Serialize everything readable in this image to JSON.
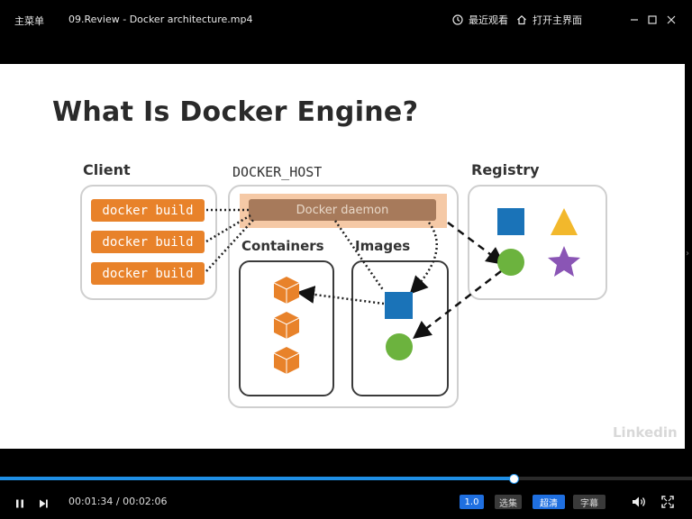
{
  "titlebar": {
    "menu_label": "主菜单",
    "file_title": "09.Review - Docker architecture.mp4",
    "recent_label": "最近观看",
    "open_main_label": "打开主界面"
  },
  "slide": {
    "title": "What Is Docker Engine?",
    "client_label": "Client",
    "host_label": "DOCKER_HOST",
    "registry_label": "Registry",
    "build_commands": [
      "docker build",
      "docker build",
      "docker build"
    ],
    "daemon_label": "Docker daemon",
    "containers_label": "Containers",
    "images_label": "Images",
    "watermark": "Linkedin",
    "colors": {
      "orange": "#e8822a",
      "blue": "#1a73b8",
      "green": "#6cb33e",
      "yellow": "#f2b82c",
      "purple": "#8a55b5"
    }
  },
  "player": {
    "progress_fraction": 0.742,
    "current_time": "00:01:34",
    "total_time": "00:02:06",
    "time_separator": " / ",
    "speed_label": "1.0",
    "episodes_label": "选集",
    "quality_label": "超清",
    "subtitle_label": "字幕",
    "icons": [
      "pause-icon",
      "next-icon",
      "volume-icon",
      "fullscreen-icon"
    ]
  }
}
